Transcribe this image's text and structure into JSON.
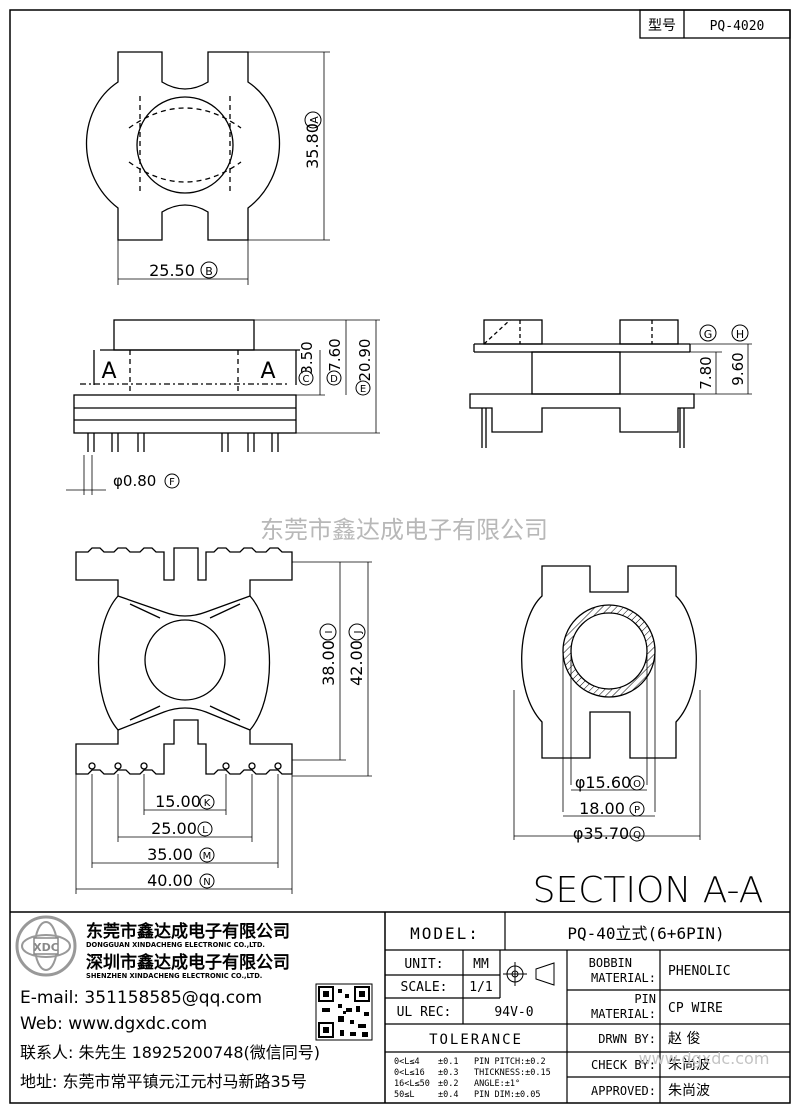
{
  "header": {
    "type_label": "型号",
    "type_value": "PQ-4020"
  },
  "watermark": "东莞市鑫达成电子有限公司",
  "section_label": "SECTION A-A",
  "dimensions": {
    "top_height": "35.80",
    "top_height_ref": "A",
    "top_width": "25.50",
    "top_width_ref": "B",
    "side_c": "3.50",
    "side_c_ref": "C",
    "side_d": "7.60",
    "side_d_ref": "D",
    "side_e": "20.90",
    "side_e_ref": "E",
    "pin_dia": "φ0.80",
    "pin_dia_ref": "F",
    "right_g_ref": "G",
    "right_h_ref": "H",
    "right_78": "7.80",
    "right_96": "9.60",
    "bottom_i": "38.00",
    "bottom_i_ref": "I",
    "bottom_j": "42.00",
    "bottom_j_ref": "J",
    "bottom_k": "15.00",
    "bottom_k_ref": "K",
    "bottom_l": "25.00",
    "bottom_l_ref": "L",
    "bottom_m": "35.00",
    "bottom_m_ref": "M",
    "bottom_n": "40.00",
    "bottom_n_ref": "N",
    "sec_o": "φ15.60",
    "sec_o_ref": "O",
    "sec_p": "18.00",
    "sec_p_ref": "P",
    "sec_q": "φ35.70",
    "sec_q_ref": "Q",
    "section_cut": "A"
  },
  "company": {
    "name_cn_1": "东莞市鑫达成电子有限公司",
    "name_en_1": "DONGGUAN XINDACHENG ELECTRONIC CO.,LTD.",
    "name_cn_2": "深圳市鑫达成电子有限公司",
    "name_en_2": "SHENZHEN XINDACHENG ELECTRONIC CO.,LTD.",
    "email": "E-mail: 351158585@qq.com",
    "web": "Web: www.dgxdc.com",
    "contact": "联系人: 朱先生 18925200748(微信同号)",
    "address": "地址: 东莞市常平镇元江元村马新路35号"
  },
  "title_block": {
    "model_label": "MODEL:",
    "model_value": "PQ-40立式(6+6PIN)",
    "unit_label": "UNIT:",
    "unit_value": "MM",
    "scale_label": "SCALE:",
    "scale_value": "1/1",
    "ulrec_label": "UL REC:",
    "ulrec_value": "94V-0",
    "tolerance_label": "TOLERANCE",
    "tol_rows": [
      {
        "range": "0<L≤4",
        "tol": "±0.1",
        "note": "PIN PITCH:±0.2"
      },
      {
        "range": "0<L≤16",
        "tol": "±0.3",
        "note": "THICKNESS:±0.15"
      },
      {
        "range": "16<L≤50",
        "tol": "±0.2",
        "note": "ANGLE:±1°"
      },
      {
        "range": "50≤L",
        "tol": "±0.4",
        "note": "PIN DIM:±0.05"
      }
    ],
    "bobbin_label": "BOBBIN MATERIAL:",
    "bobbin_value": "PHENOLIC",
    "pin_label": "PIN MATERIAL:",
    "pin_value": "CP WIRE",
    "drawn_label": "DRWN BY:",
    "drawn_value": "赵 俊",
    "check_label": "CHECK BY:",
    "check_value": "朱尚波",
    "approved_label": "APPROVED:",
    "approved_value": "朱尚波",
    "corner_watermark": "www.dgxdc.com"
  }
}
